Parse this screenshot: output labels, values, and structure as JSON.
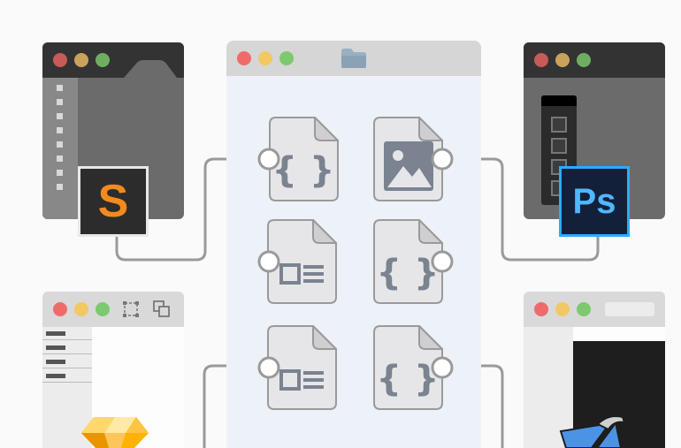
{
  "apps": {
    "sublime": {
      "badge_letter": "S",
      "icon": "sublime-text-icon",
      "accent": "#f28a1e"
    },
    "photoshop": {
      "badge_letter": "Ps",
      "icon": "photoshop-icon",
      "accent": "#31a8ff"
    },
    "sketch": {
      "icon": "sketch-diamond-icon",
      "accent": "#f7b731"
    },
    "xcode": {
      "icon": "xcode-hammer-icon",
      "accent": "#3b8fe8"
    }
  },
  "files": [
    {
      "id": "code-file-1",
      "icon": "code-braces-icon"
    },
    {
      "id": "image-file",
      "icon": "image-file-icon"
    },
    {
      "id": "layout-file-1",
      "icon": "layout-file-icon"
    },
    {
      "id": "code-file-2",
      "icon": "code-braces-icon"
    },
    {
      "id": "layout-file-2",
      "icon": "layout-file-icon"
    },
    {
      "id": "code-file-3",
      "icon": "code-braces-icon"
    }
  ],
  "colors": {
    "background": "#fafafa",
    "panel": "#edf2f8",
    "dark_window": "#333333",
    "connector": "#999999"
  }
}
